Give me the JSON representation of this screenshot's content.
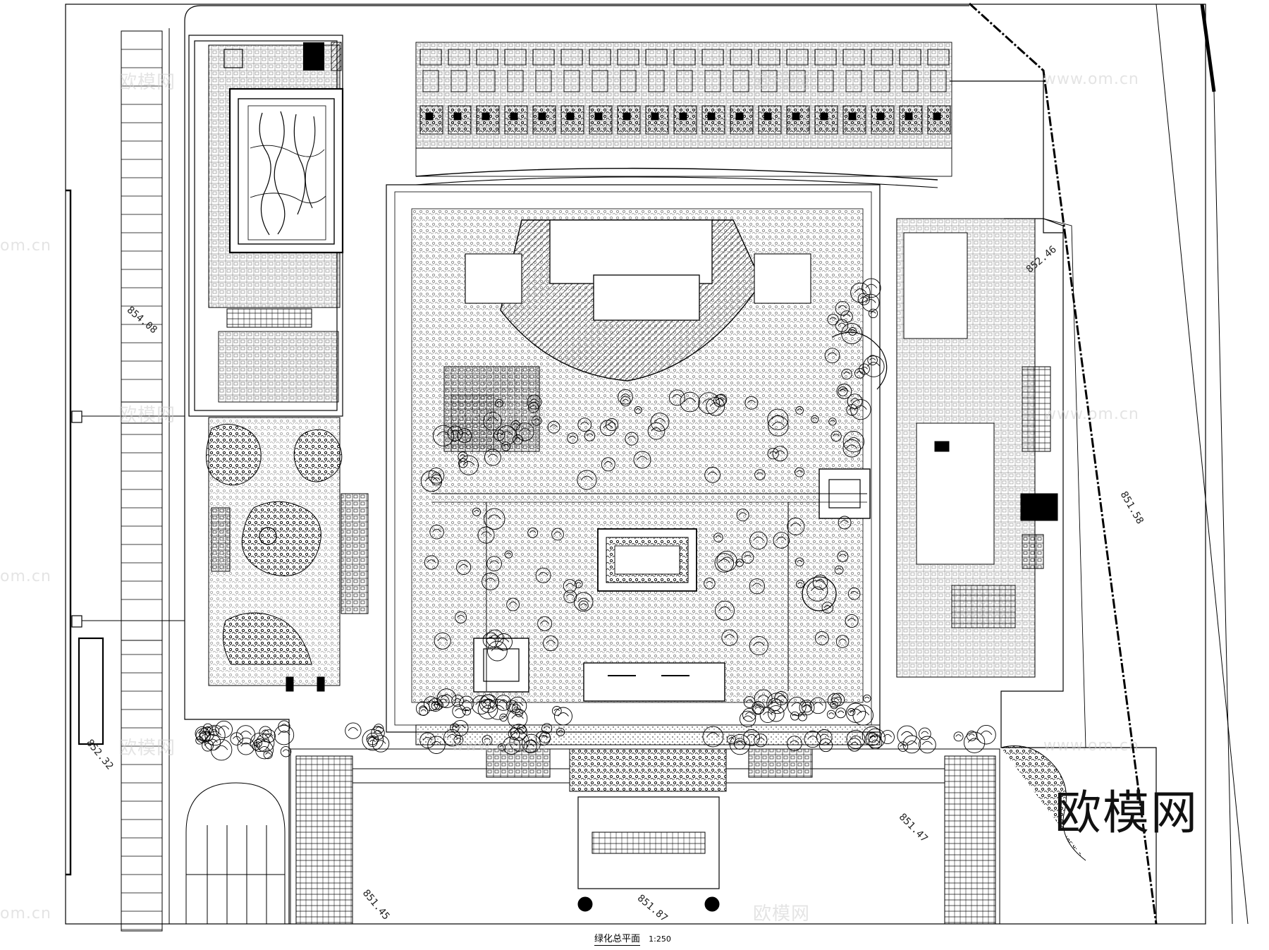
{
  "drawing": {
    "title": "绿化总平面",
    "scale": "1:250"
  },
  "brand": {
    "logo_text": "欧模网"
  },
  "watermarks": {
    "domain_text": "www.om.cn",
    "short_text": "om.cn",
    "cn_text": "欧模网"
  },
  "elevations": [
    {
      "label": "852.46"
    },
    {
      "label": "851.58"
    },
    {
      "label": "854.08"
    },
    {
      "label": "852.32"
    },
    {
      "label": "851.45"
    },
    {
      "label": "851.47"
    },
    {
      "label": "851.87"
    }
  ],
  "colors": {
    "ink": "#000000",
    "paper": "#ffffff",
    "watermark": "#cfcfcf"
  }
}
